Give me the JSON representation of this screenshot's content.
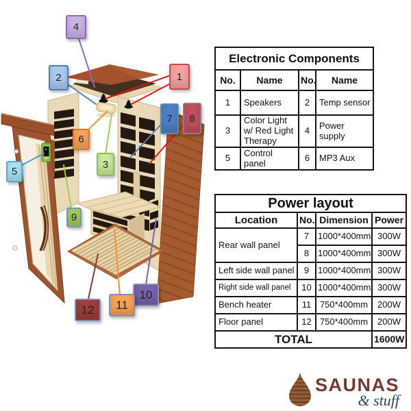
{
  "diagram": {
    "title_hint": "Exploded infrared sauna component diagram",
    "labels": [
      {
        "n": "1",
        "fill": "#f4a3a3",
        "border": "#c84a4a"
      },
      {
        "n": "2",
        "fill": "#aacbee",
        "border": "#4d7cb8"
      },
      {
        "n": "3",
        "fill": "#cdeb9e",
        "border": "#8cbf54"
      },
      {
        "n": "4",
        "fill": "#ccb3e6",
        "border": "#8c6ab4"
      },
      {
        "n": "5",
        "fill": "#abe4f4",
        "border": "#54a8cc"
      },
      {
        "n": "6",
        "fill": "#f8a55f",
        "border": "#e0762b"
      },
      {
        "n": "7",
        "fill": "#4d80c4",
        "border": "#72849e"
      },
      {
        "n": "8",
        "fill": "#c04f5f",
        "border": "#977a87"
      },
      {
        "n": "9",
        "fill": "#a6ca5f",
        "border": "#6f9cb4"
      },
      {
        "n": "10",
        "fill": "#7663ab",
        "border": "#8a8fb4"
      },
      {
        "n": "11",
        "fill": "#f9a356",
        "border": "#7d92b8"
      },
      {
        "n": "12",
        "fill": "#a03c3c",
        "border": "#7d92b8"
      }
    ],
    "leader_colors": {
      "red": "#e01818",
      "steel_blue": "#5b7fb5",
      "purple": "#8a6bb8",
      "orange": "#ef9336",
      "cyan": "#4ba0cc",
      "green": "#9bcc55",
      "dark_red": "#8b3535",
      "violet": "#7766aa"
    }
  },
  "tables": {
    "electronic": {
      "title": "Electronic Components",
      "headers": [
        "No.",
        "Name",
        "No.",
        "Name"
      ],
      "rows": [
        [
          "1",
          "Speakers",
          "2",
          "Temp sensor"
        ],
        [
          "3",
          "Color Light w/ Red Light Therapy",
          "4",
          "Power supply"
        ],
        [
          "5",
          "Control panel",
          "6",
          "MP3 Aux"
        ]
      ]
    },
    "power": {
      "title": "Power layout",
      "headers": [
        "Location",
        "No.",
        "Dimension",
        "Power"
      ],
      "rows": [
        {
          "location": "Rear wall panel",
          "no": "7",
          "dimension": "1000*400mm",
          "power": "300W"
        },
        {
          "no": "8",
          "dimension": "1000*400mm",
          "power": "300W"
        },
        {
          "location": "Left side wall panel",
          "no": "9",
          "dimension": "1000*400mm",
          "power": "300W"
        },
        {
          "location": "Right side wall panel",
          "no": "10",
          "dimension": "1000*400mm",
          "power": "300W"
        },
        {
          "location": "Bench heater",
          "no": "11",
          "dimension": "750*400mm",
          "power": "200W"
        },
        {
          "location": "Floor panel",
          "no": "12",
          "dimension": "750*400mm",
          "power": "200W"
        }
      ],
      "total_label": "TOTAL",
      "total_value": "1600W"
    }
  },
  "logo": {
    "brand": "SAUNAS",
    "tagline": "& stuff"
  },
  "colors": {
    "background": "#ffffff",
    "table_border": "#151515",
    "wood_dark": "#9d5530",
    "wood_plank": "#a55b2f",
    "panel_beige": "#ead9b6",
    "heater_black": "#241a12",
    "brand_text": "#77392f",
    "tagline_text": "#25465e"
  }
}
